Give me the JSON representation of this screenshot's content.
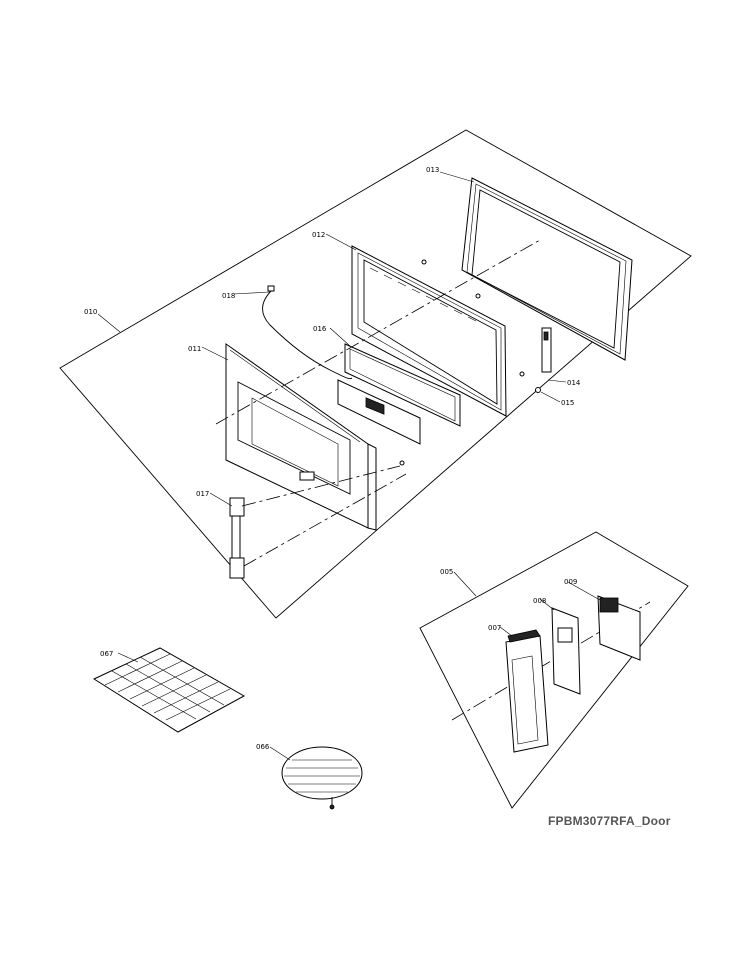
{
  "caption": "FPBM3077RFA_Door",
  "labels": {
    "p010": "010",
    "p011": "011",
    "p012": "012",
    "p013": "013",
    "p014": "014",
    "p015": "015",
    "p016": "016",
    "p017": "017",
    "p018": "018",
    "p005": "005",
    "p007": "007",
    "p008": "008",
    "p009": "009",
    "p066": "066",
    "p067": "067"
  }
}
